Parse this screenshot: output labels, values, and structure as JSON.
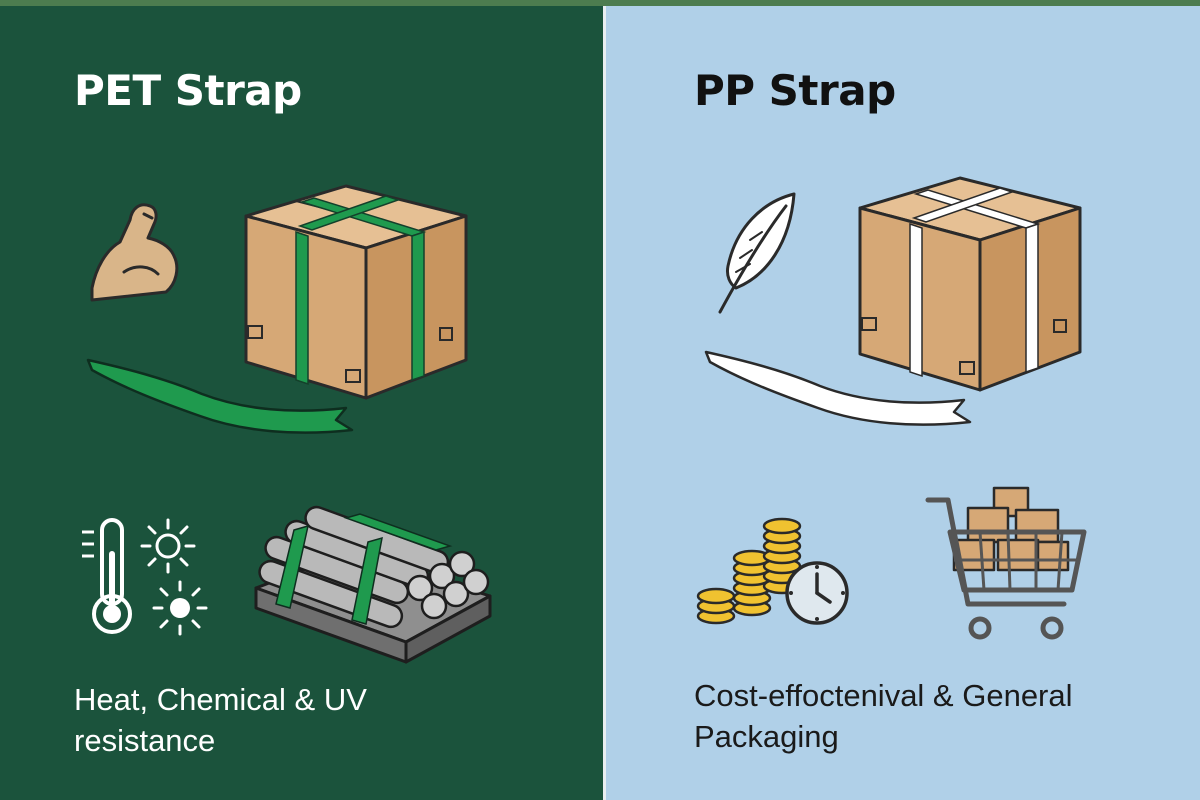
{
  "pet": {
    "title": "PET Strap",
    "caption": "Heat, Chemical & UV resistance",
    "panel_color": "#1b533c",
    "strap_color": "#1f9a4e",
    "icons": [
      "flexed-bicep-icon",
      "strapped-box-icon",
      "green-strap-icon",
      "thermometer-icon",
      "sun-icon",
      "steel-pipes-pallet-icon"
    ]
  },
  "pp": {
    "title": "PP Strap",
    "caption": "Cost-effoctenival & General Packaging",
    "panel_color": "#b0d0e8",
    "strap_color": "#ffffff",
    "icons": [
      "feather-icon",
      "strapped-box-icon",
      "white-strap-icon",
      "coin-stacks-icon",
      "clock-icon",
      "shopping-cart-icon"
    ]
  }
}
